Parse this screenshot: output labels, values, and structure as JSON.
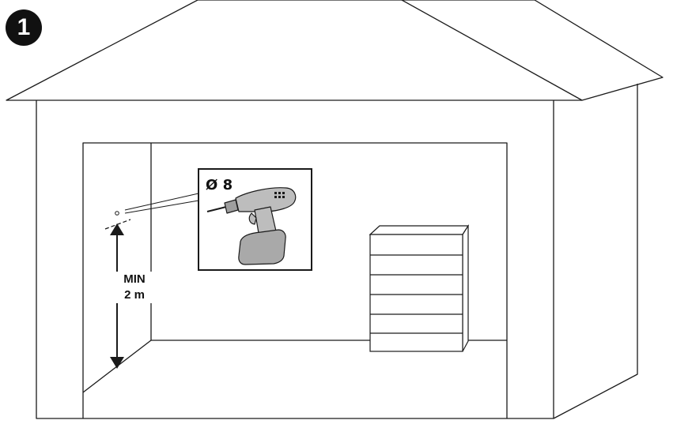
{
  "step": {
    "number": "1"
  },
  "drill_bit": {
    "label": "Ø 8"
  },
  "height": {
    "line1": "MIN",
    "line2": "2 m"
  },
  "colors": {
    "line": "#1a1a1a",
    "drill_body": "#bdbdbd",
    "battery": "#a9a9a9"
  },
  "icons": [
    "drill-icon",
    "height-arrow-icon",
    "drill-point-icon",
    "storage-cabinet-icon",
    "house-outline-icon"
  ]
}
